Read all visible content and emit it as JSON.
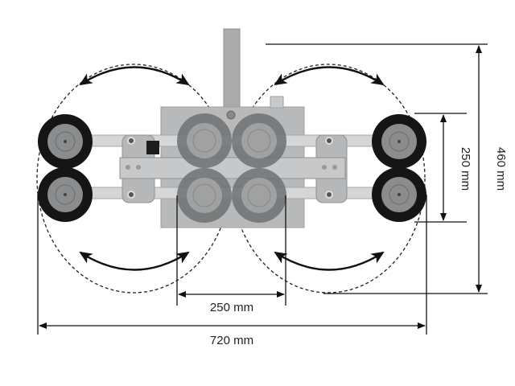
{
  "dimensions": {
    "cup_spacing_horizontal": "250 mm",
    "total_width": "720 mm",
    "cup_spacing_vertical": "250 mm",
    "total_height": "460 mm"
  },
  "colors": {
    "line": "#111111",
    "frame": "#b9bbbd",
    "cup": "#8c8e90",
    "wheel": "#1a1a1a"
  }
}
